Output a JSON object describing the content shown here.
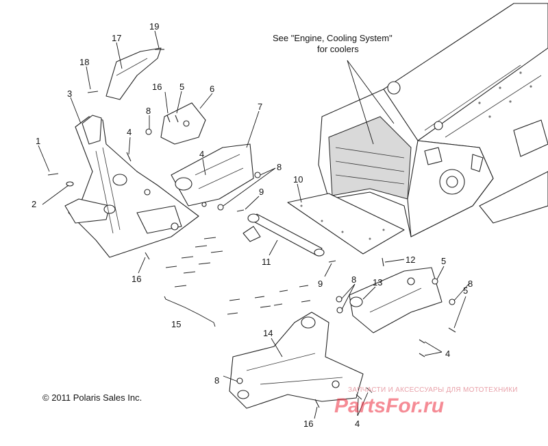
{
  "callouts": [
    {
      "id": "c1",
      "text": "1"
    },
    {
      "id": "c2",
      "text": "2"
    },
    {
      "id": "c3",
      "text": "3"
    },
    {
      "id": "c4a",
      "text": "4"
    },
    {
      "id": "c4b",
      "text": "4"
    },
    {
      "id": "c4c",
      "text": "4"
    },
    {
      "id": "c4d",
      "text": "4"
    },
    {
      "id": "c5a",
      "text": "5"
    },
    {
      "id": "c5b",
      "text": "5"
    },
    {
      "id": "c5c",
      "text": "5"
    },
    {
      "id": "c6",
      "text": "6"
    },
    {
      "id": "c7",
      "text": "7"
    },
    {
      "id": "c8a",
      "text": "8"
    },
    {
      "id": "c8b",
      "text": "8"
    },
    {
      "id": "c8c",
      "text": "8"
    },
    {
      "id": "c8d",
      "text": "8"
    },
    {
      "id": "c8e",
      "text": "8"
    },
    {
      "id": "c9a",
      "text": "9"
    },
    {
      "id": "c9b",
      "text": "9"
    },
    {
      "id": "c10",
      "text": "10"
    },
    {
      "id": "c11",
      "text": "11"
    },
    {
      "id": "c12",
      "text": "12"
    },
    {
      "id": "c13",
      "text": "13"
    },
    {
      "id": "c14",
      "text": "14"
    },
    {
      "id": "c15",
      "text": "15"
    },
    {
      "id": "c16a",
      "text": "16"
    },
    {
      "id": "c16b",
      "text": "16"
    },
    {
      "id": "c16c",
      "text": "16"
    },
    {
      "id": "c17",
      "text": "17"
    },
    {
      "id": "c18",
      "text": "18"
    },
    {
      "id": "c19",
      "text": "19"
    }
  ],
  "note": {
    "line1": "See \"Engine, Cooling System\"",
    "line2": "for coolers"
  },
  "copyright": "© 2011 Polaris Sales Inc.",
  "watermark": {
    "subtitle": "ЗАПЧАСТИ И АКСЕССУАРЫ ДЛЯ МОТОТЕХНИКИ",
    "brand": "PartsFor.ru"
  }
}
